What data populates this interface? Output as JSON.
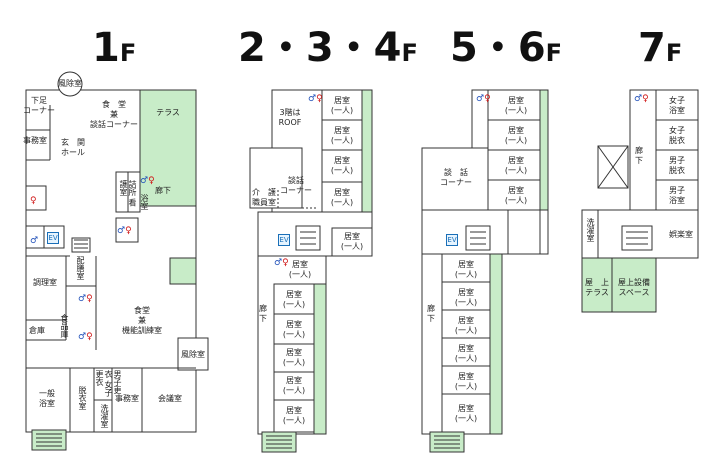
{
  "titles": [
    {
      "num": "1",
      "unit": "F"
    },
    {
      "num": "2・3・4",
      "unit": "F"
    },
    {
      "num": "5・6",
      "unit": "F"
    },
    {
      "num": "7",
      "unit": "F"
    }
  ],
  "floor1": {
    "windroom": "風除室",
    "shoe": "下足\nコーナー",
    "dining_talk": "食　堂\n兼\n談話コーナー",
    "terrace": "テラス",
    "office": "事務室",
    "entrance": "玄　関\nホール",
    "corridor": "廊下",
    "nurse": "詰所\n看護室",
    "bath": "浴室",
    "cooking": "調理室",
    "serving": "配膳室",
    "food_storage": "食品庫",
    "storage": "倉庫",
    "dining_training": "食堂\n兼\n機能訓練室",
    "windroom2": "風除室",
    "bathing": "一般\n浴室",
    "undress": "脱衣室",
    "changing": "男子更衣\n女子更衣",
    "laundry": "洗濯室",
    "office2": "事務室",
    "meeting": "会議室"
  },
  "floor234": {
    "roof": "3階は\nROOF",
    "talk": "談話\nコーナー",
    "care_staff": "介　護\n職員室",
    "room": "居室\n(一人)",
    "corridor": "廊\n下"
  },
  "floor56": {
    "talk": "談　話\nコーナー",
    "room": "居室\n(一人)",
    "corridor": "廊\n下"
  },
  "floor7": {
    "womens_bath": "女子\n浴室",
    "womens_undress": "女子\n脱衣",
    "mens_undress": "男子\n脱衣",
    "mens_bath": "男子\n浴室",
    "corridor": "廊\n下",
    "laundry": "洗濯室",
    "recreation": "娯楽室",
    "rooftop_terrace": "屋　上\nテラス",
    "rooftop_equipment": "屋上設備\nスペース"
  },
  "icons": {
    "male": "♂",
    "female": "♀",
    "elevator": "EV",
    "toilet_pair": "toilet-icon"
  }
}
